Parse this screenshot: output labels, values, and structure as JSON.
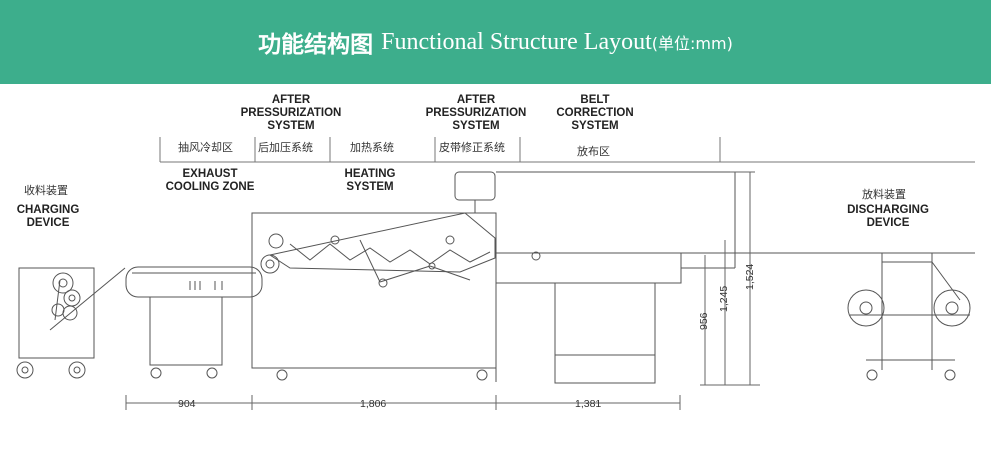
{
  "header": {
    "title_cn": "功能结构图",
    "title_en": "Functional Structure Layout",
    "unit": "(单位:mm)",
    "bg_color": "#3dae8c"
  },
  "sections": {
    "exhaust_cn": "抽风冷却区",
    "after_press_cn": "后加压系统",
    "heating_cn": "加热系统",
    "belt_press_cn": "皮带修正系统",
    "discharge_zone_cn": "放布区",
    "after_pressurization_1": [
      "AFTER",
      "PRESSURIZATION",
      "SYSTEM"
    ],
    "after_pressurization_2": [
      "AFTER",
      "PRESSURIZATION",
      "SYSTEM"
    ],
    "belt_correction": [
      "BELT",
      "CORRECTION",
      "SYSTEM"
    ],
    "exhaust_cooling": [
      "EXHAUST",
      "COOLING ZONE"
    ],
    "heating_system": [
      "HEATING",
      "SYSTEM"
    ]
  },
  "devices": {
    "charging_cn": "收料装置",
    "charging_en": [
      "CHARGING",
      "DEVICE"
    ],
    "discharging_cn": "放料装置",
    "discharging_en": [
      "DISCHARGING",
      "DEVICE"
    ]
  },
  "dimensions": {
    "width_1": "904",
    "width_2": "1,806",
    "width_3": "1,381",
    "height_1": "956",
    "height_2": "1,245",
    "height_3": "1,524"
  }
}
